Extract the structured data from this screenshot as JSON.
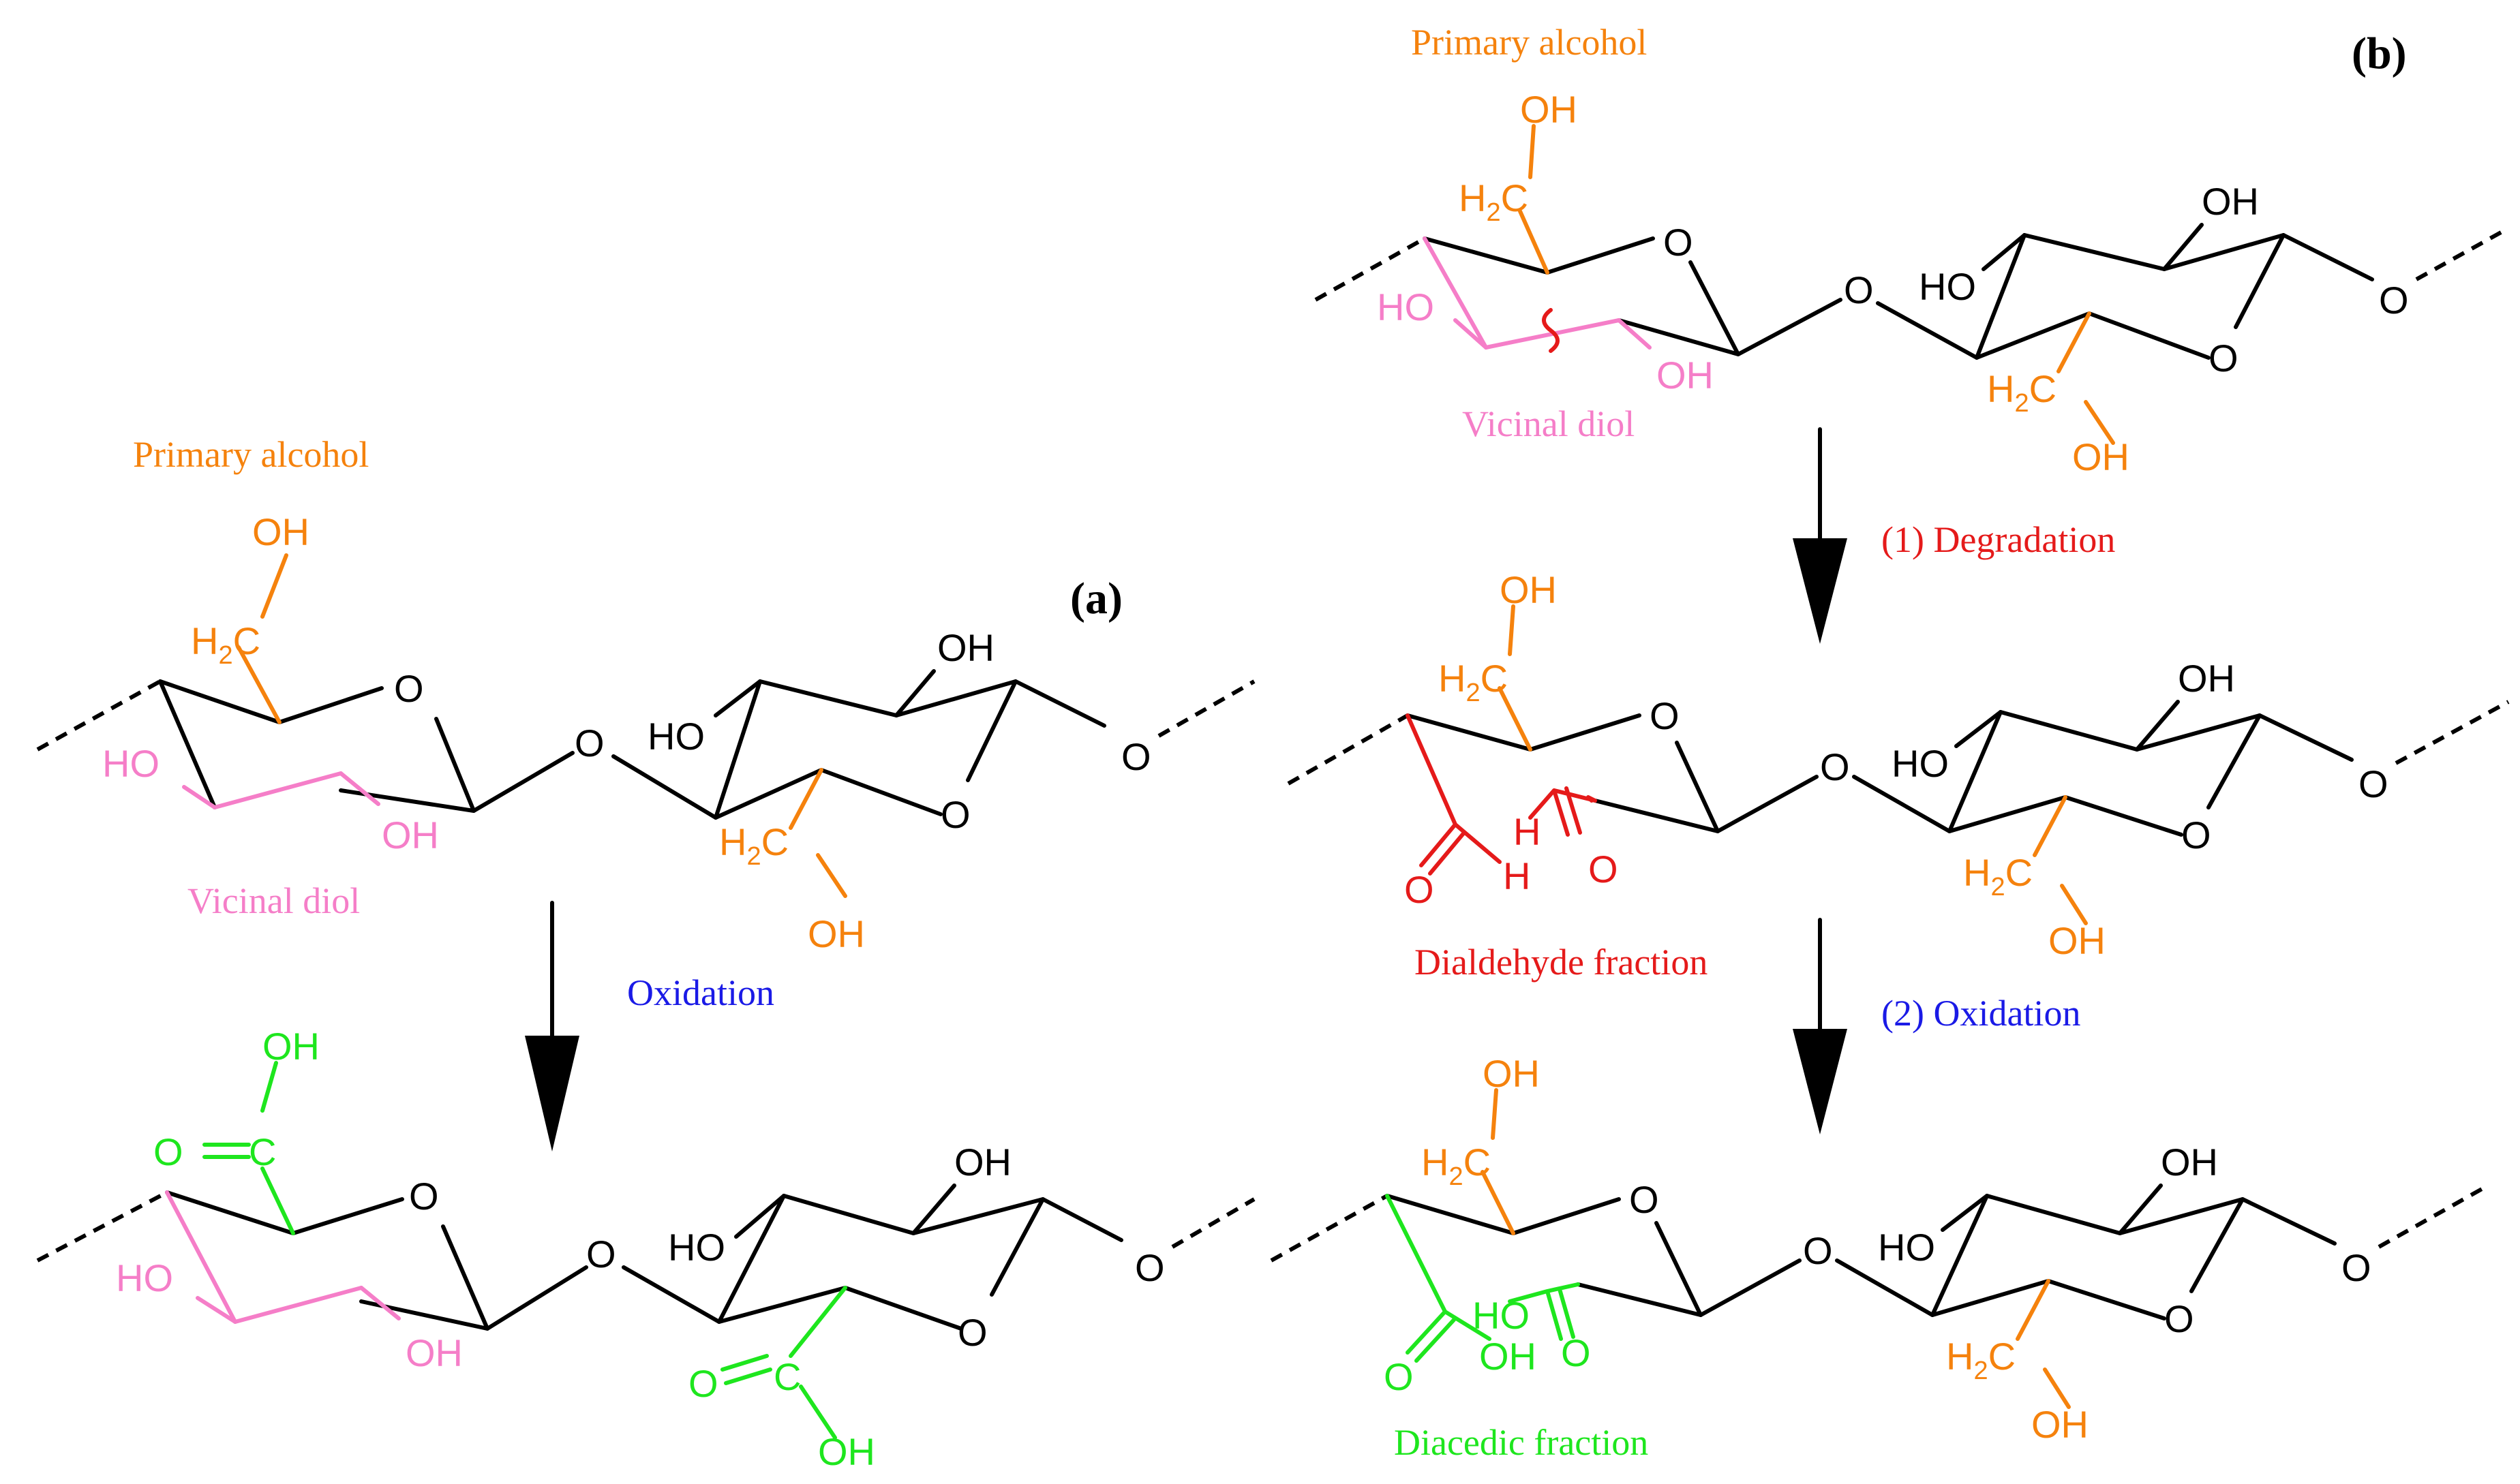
{
  "panels": {
    "a": "(a)",
    "b": "(b)"
  },
  "captions": {
    "a_primary_alcohol": "Primary alcohol",
    "a_vicinal_diol": "Vicinal diol",
    "a_oxidation": "Oxidation",
    "b_primary_alcohol": "Primary alcohol",
    "b_vicinal_diol": "Vicinal diol",
    "b_degradation": "(1) Degradation",
    "b_dialdehyde": "Dialdehyde fraction",
    "b_oxidation": "(2) Oxidation",
    "b_diacedic": "Diacedic fraction"
  },
  "atoms": {
    "O": "O",
    "OH": "OH",
    "HO": "HO",
    "H": "H",
    "C": "C",
    "H2C": "H",
    "H2C_sub": "2",
    "H2C_tail": "C"
  },
  "colors": {
    "primary_alcohol": "#F5820D",
    "vicinal_diol": "#F57EC8",
    "degradation": "#E51A1A",
    "oxidation": "#1A1AE6",
    "carboxyl": "#1EE61E",
    "bond": "#000000"
  }
}
